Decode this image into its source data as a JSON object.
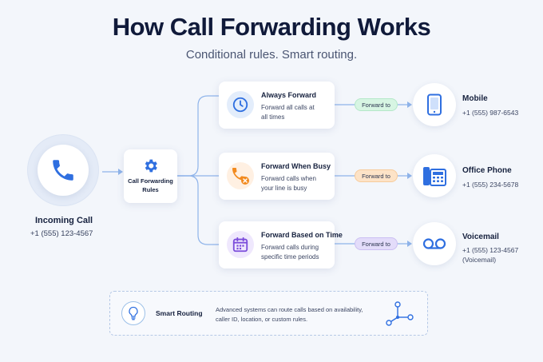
{
  "header": {
    "title": "How Call Forwarding Works",
    "subtitle": "Conditional rules. Smart routing."
  },
  "incoming": {
    "label": "Incoming Call",
    "number": "+1 (555) 123-4567"
  },
  "rules_hub": {
    "label": "Call Forwarding Rules"
  },
  "rules": [
    {
      "title": "Always Forward",
      "desc": "Forward all calls at all times",
      "icon": "clock-icon"
    },
    {
      "title": "Forward When Busy",
      "desc": "Forward calls when your line is busy",
      "icon": "phone-busy-icon"
    },
    {
      "title": "Forward Based on Time",
      "desc": "Forward calls during specific time periods",
      "icon": "calendar-icon"
    }
  ],
  "pills": [
    "Forward to",
    "Forward to",
    "Forward to"
  ],
  "destinations": [
    {
      "name": "Mobile",
      "number": "+1 (555) 987-6543",
      "icon": "mobile-phone-icon"
    },
    {
      "name": "Office Phone",
      "number": "+1 (555) 234-5678",
      "icon": "desk-phone-icon"
    },
    {
      "name": "Voicemail",
      "number": "+1 (555) 123-4567 (Voicemail)",
      "icon": "voicemail-icon"
    }
  ],
  "footer": {
    "title": "Smart Routing",
    "desc": "Advanced systems can route calls based on availability, caller ID, location, or custom rules.",
    "icon": "lightbulb-icon"
  },
  "colors": {
    "accent": "#2f6fe0",
    "pill_green": "#d7f5e3",
    "pill_orange": "#fde3c7",
    "pill_purple": "#e3dcfa",
    "clock_bg": "#e3edfb",
    "busy_bg": "#fff0e2",
    "calendar_bg": "#efe8fd"
  }
}
